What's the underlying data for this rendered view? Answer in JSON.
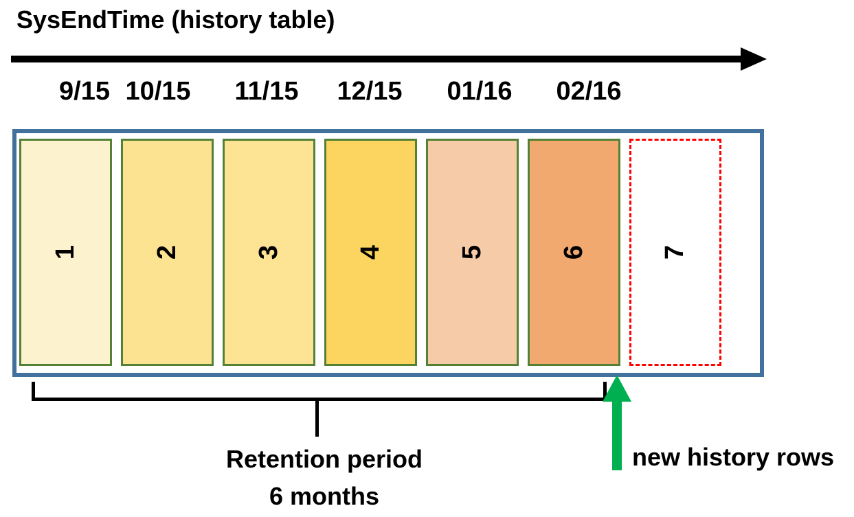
{
  "title": "SysEndTime (history table)",
  "timeline": {
    "description": "time axis arrow pointing right",
    "month_labels": [
      "9/15",
      "10/15",
      "11/15",
      "12/15",
      "01/16",
      "02/16"
    ]
  },
  "history_table": {
    "partitions": [
      {
        "number": "1",
        "fill": "#FDF2CE",
        "border_style": "solid"
      },
      {
        "number": "2",
        "fill": "#FCE392",
        "border_style": "solid"
      },
      {
        "number": "3",
        "fill": "#FCE494",
        "border_style": "solid"
      },
      {
        "number": "4",
        "fill": "#FBD55F",
        "border_style": "solid"
      },
      {
        "number": "5",
        "fill": "#F6CBA7",
        "border_style": "solid"
      },
      {
        "number": "6",
        "fill": "#F1A96F",
        "border_style": "solid"
      },
      {
        "number": "7",
        "fill": "#FFFFFF",
        "border_style": "dashed"
      }
    ]
  },
  "annotations": {
    "retention_line1": "Retention period",
    "retention_line2": "6 months",
    "new_rows": "new history rows"
  },
  "colors": {
    "container_border": "#41719C",
    "partition_border": "#538135",
    "pending_partition_border": "#FF0000",
    "timeline_arrow": "#000000",
    "bracket": "#000000",
    "new_rows_arrow": "#00B050",
    "text": "#000000",
    "background": "#FFFFFF"
  }
}
